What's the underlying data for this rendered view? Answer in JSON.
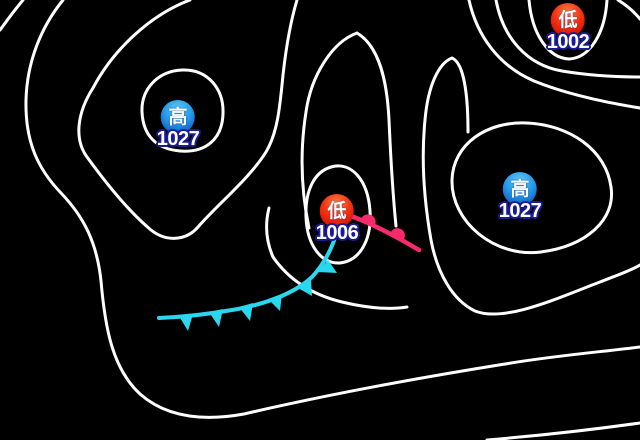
{
  "map": {
    "centers": [
      {
        "kind": "low",
        "symbol": "低",
        "value": "1002"
      },
      {
        "kind": "high",
        "symbol": "高",
        "value": "1027"
      },
      {
        "kind": "low",
        "symbol": "低",
        "value": "1006"
      },
      {
        "kind": "high",
        "symbol": "高",
        "value": "1027"
      }
    ],
    "fronts": [
      {
        "type": "cold-front",
        "color": "#29d8ee"
      },
      {
        "type": "warm-front",
        "color": "#f9296e"
      }
    ],
    "colors": {
      "background": "#000000",
      "isobar": "#ffffff",
      "low_disc": "#e11205",
      "high_disc": "#1565d2",
      "value_text": "#ffffff",
      "value_outline": "#1b1b96"
    }
  }
}
